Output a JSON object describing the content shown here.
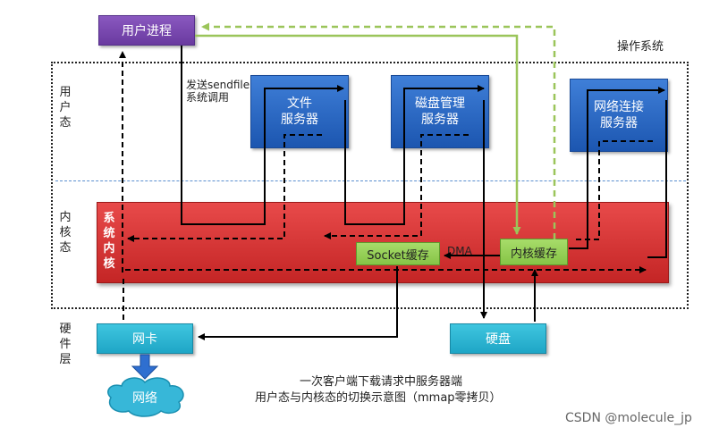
{
  "user_process": "用户进程",
  "os_label": "操作系统",
  "user_mode_label": "用\n户\n态",
  "kernel_mode_label": "内\n核\n态",
  "hardware_label": "硬\n件\n层",
  "syscall_label": "发送sendfile\n系统调用",
  "file_server": "文件\n服务器",
  "disk_server": "磁盘管理\n服务器",
  "net_server": "网络连接\n服务器",
  "system_kernel": "系\n统\n内\n核",
  "socket_buffer": "Socket缓存",
  "dma_label": "DMA",
  "kernel_buffer": "内核缓存",
  "nic": "网卡",
  "disk": "硬盘",
  "network": "网络",
  "caption_line1": "一次客户端下载请求中服务器端",
  "caption_line2": "用户态与内核态的切换示意图（mmap零拷贝）",
  "watermark": "CSDN @molecule_jp",
  "colors": {
    "kernel_red": "#d23232",
    "server_blue": "#2a66c4",
    "process_purple": "#7446ac",
    "hardware_cyan": "#2bb6d4",
    "buffer_green": "#94cf56",
    "mmap_arrow_green": "#9bc55a"
  }
}
